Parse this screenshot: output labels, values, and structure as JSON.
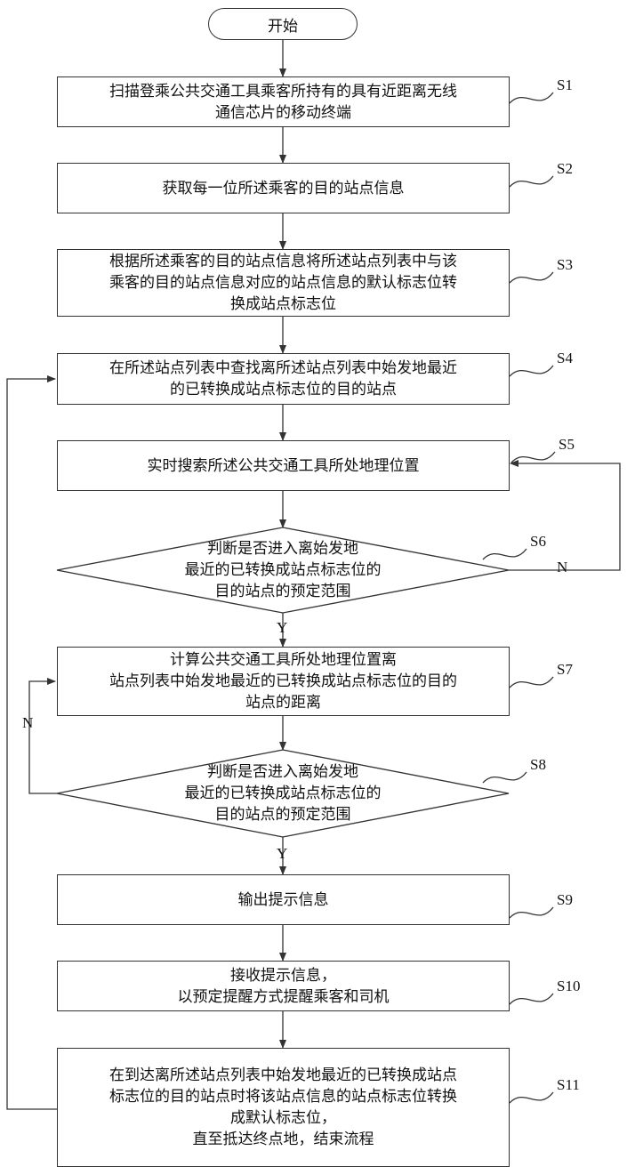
{
  "start": "开始",
  "steps": {
    "s1": "扫描登乘公共交通工具乘客所持有的具有近距离无线\n通信芯片的移动终端",
    "s2": "获取每一位所述乘客的目的站点信息",
    "s3": "根据所述乘客的目的站点信息将所述站点列表中与该\n乘客的目的站点信息对应的站点信息的默认标志位转\n换成站点标志位",
    "s4": "在所述站点列表中查找离所述站点列表中始发地最近\n的已转换成站点标志位的目的站点",
    "s5": "实时搜索所述公共交通工具所处地理位置",
    "s6": "判断是否进入离始发地\n最近的已转换成站点标志位的\n目的站点的预定范围",
    "s7": "计算公共交通工具所处地理位置离\n站点列表中始发地最近的已转换成站点标志位的目的\n站点的距离",
    "s8": "判断是否进入离始发地\n最近的已转换成站点标志位的\n目的站点的预定范围",
    "s9": "输出提示信息",
    "s10": "接收提示信息，\n以预定提醒方式提醒乘客和司机",
    "s11": "在到达离所述站点列表中始发地最近的已转换成站点\n标志位的目的站点时将该站点信息的站点标志位转换\n成默认标志位，\n直至抵达终点地，结束流程"
  },
  "labels": {
    "s1": "S1",
    "s2": "S2",
    "s3": "S3",
    "s4": "S4",
    "s5": "S5",
    "s6": "S6",
    "s7": "S7",
    "s8": "S8",
    "s9": "S9",
    "s10": "S10",
    "s11": "S11",
    "yes": "Y",
    "no": "N"
  }
}
